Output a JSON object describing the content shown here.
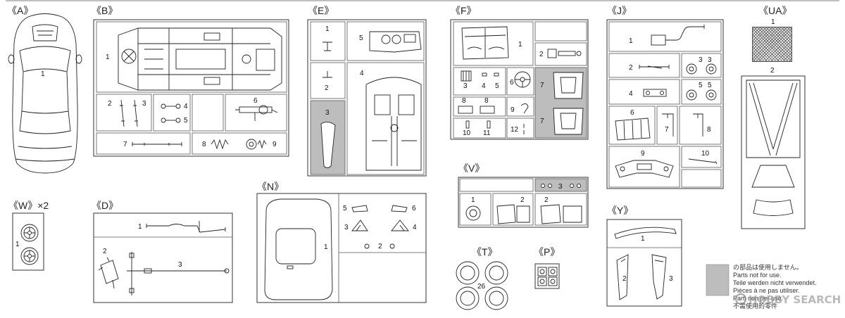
{
  "colors": {
    "unused_part_fill": "#bdbdbd",
    "line": "#333333"
  },
  "sections": {
    "A": {
      "label": "《A》",
      "parts": [
        "1"
      ]
    },
    "B": {
      "label": "《B》",
      "parts": [
        "1",
        "2",
        "3",
        "4",
        "5",
        "6",
        "7",
        "8",
        "9"
      ]
    },
    "E": {
      "label": "《E》",
      "parts": [
        "1",
        "2",
        "3",
        "4",
        "5"
      ]
    },
    "F": {
      "label": "《F》",
      "parts": [
        "1",
        "2",
        "3",
        "4",
        "5",
        "6",
        "7",
        "7",
        "8",
        "8",
        "9",
        "10",
        "11",
        "12"
      ]
    },
    "J": {
      "label": "《J》",
      "parts": [
        "1",
        "2",
        "3",
        "3",
        "4",
        "5",
        "5",
        "6",
        "7",
        "8",
        "9",
        "10"
      ]
    },
    "UA": {
      "label": "《UA》",
      "parts": [
        "1",
        "2"
      ]
    },
    "W": {
      "label": "《W》×2",
      "parts": [
        "1"
      ]
    },
    "D": {
      "label": "《D》",
      "parts": [
        "1",
        "2",
        "3"
      ]
    },
    "N": {
      "label": "《N》",
      "parts": [
        "1",
        "2",
        "3",
        "4",
        "5",
        "6"
      ]
    },
    "V": {
      "label": "《V》",
      "parts": [
        "1",
        "2",
        "2",
        "3"
      ]
    },
    "T": {
      "label": "《T》",
      "parts": [
        "26"
      ]
    },
    "P": {
      "label": "《P》"
    },
    "Y": {
      "label": "《Y》",
      "parts": [
        "1",
        "2",
        "3"
      ]
    }
  },
  "legend": {
    "lines": [
      "の部品は使用しません。",
      "Parts not for use.",
      "Teile werden nicht verwendet.",
      "Pièces à ne pas utiliser.",
      "Parti non per uso.",
      "不需使用的零件"
    ]
  },
  "watermark": "HOBBY SEARCH"
}
